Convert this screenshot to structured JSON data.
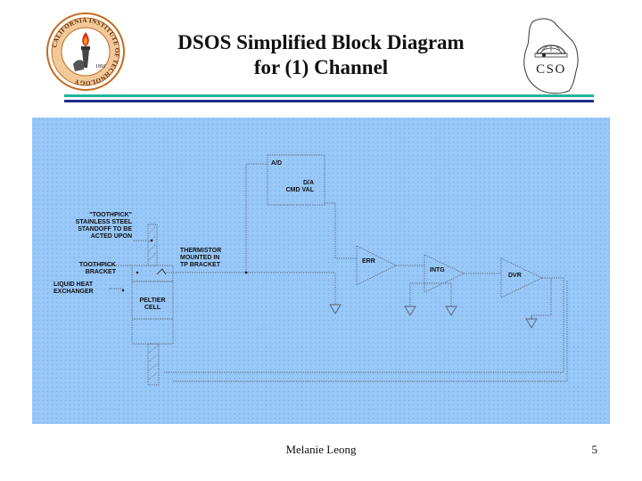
{
  "title": {
    "line1": "DSOS Simplified Block Diagram",
    "line2": "for (1) Channel"
  },
  "logos": {
    "caltech_seal": "CALIFORNIA INSTITUTE OF TECHNOLOGY 1891",
    "cso": "CSO"
  },
  "diagram": {
    "labels": {
      "ad": "A/D",
      "da": "D/A\nCMD VAL",
      "err": "ERR",
      "intg": "INTG",
      "dvr": "DVR",
      "peltier": "PELTIER\nCELL",
      "toothpick_standoff": "\"TOOTHPICK\"\nSTAINLESS STEEL\nSTANDOFF TO BE\nACTED UPON",
      "thermistor": "THERMISTOR\nMOUNTED IN\nTP BRACKET",
      "toothpick_bracket": "TOOTHPICK\nBRACKET",
      "liquid_heat": "LIQUID HEAT\nEXCHANGER"
    }
  },
  "footer": {
    "author": "Melanie Leong",
    "page": "5"
  }
}
